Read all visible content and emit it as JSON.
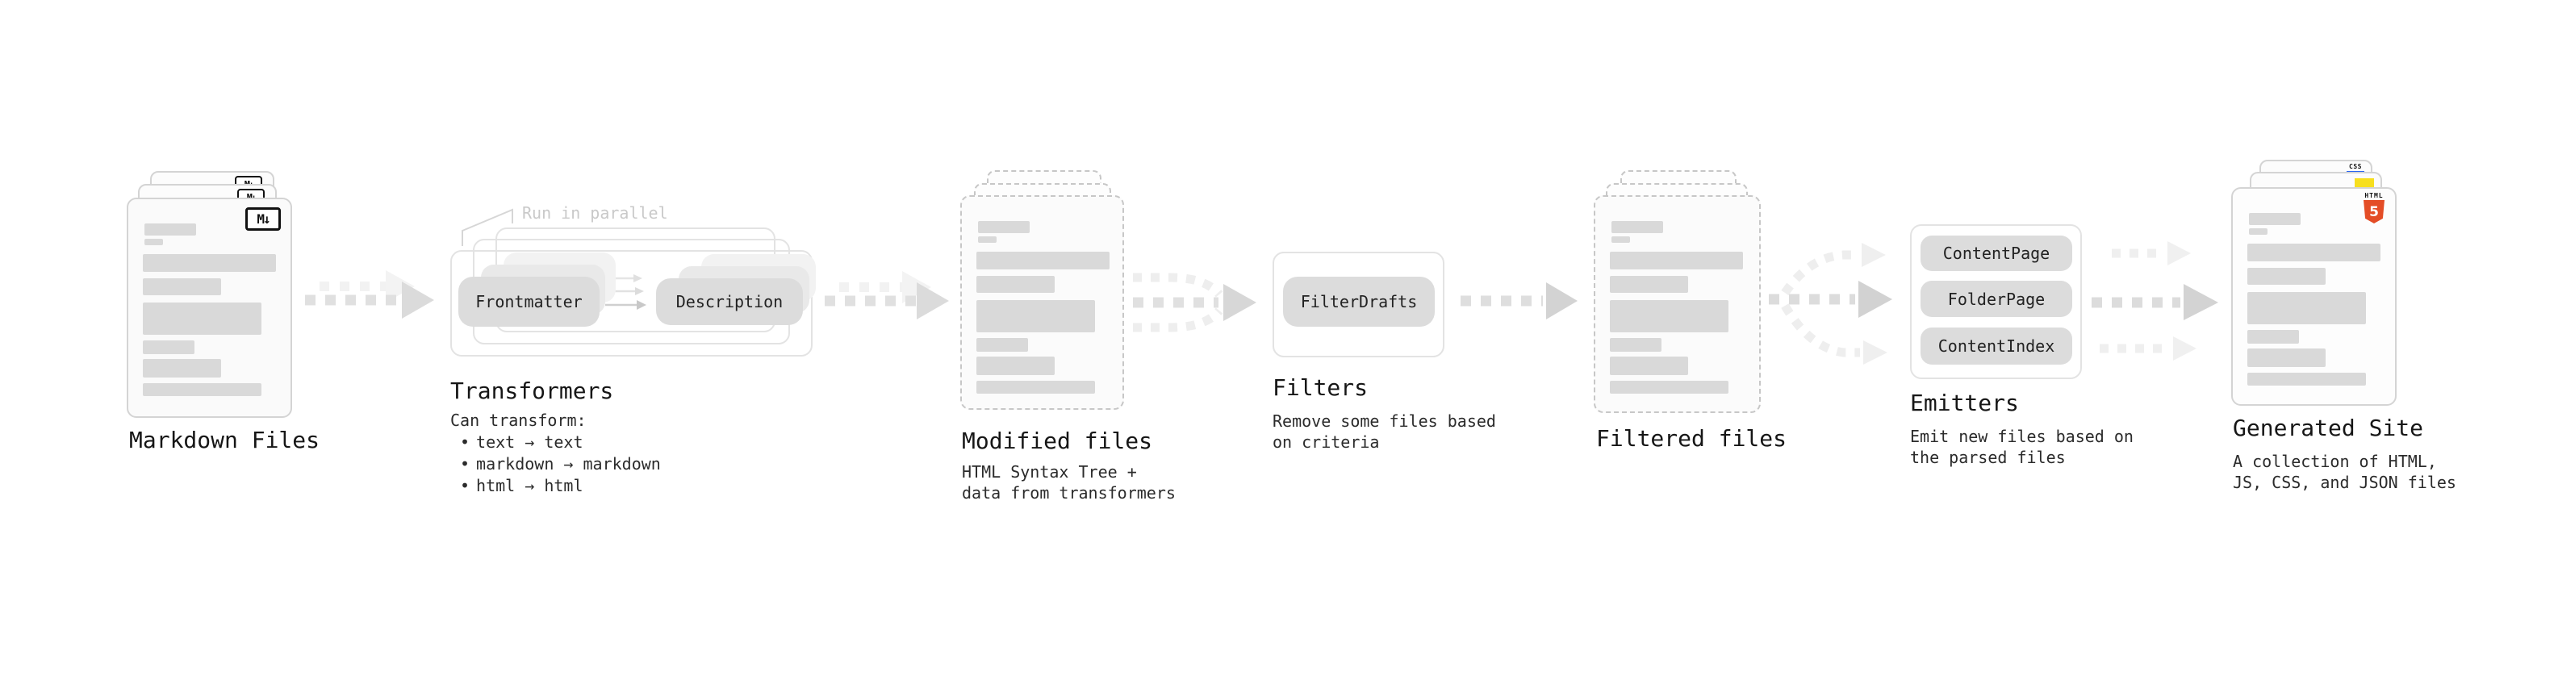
{
  "diagram": {
    "markdown": {
      "title": "Markdown Files",
      "icon": "M↓"
    },
    "transformers": {
      "title": "Transformers",
      "note": "Run in parallel",
      "pill_a": "Frontmatter",
      "pill_b": "Description",
      "desc_title": "Can transform:",
      "bullet": "•",
      "items": [
        "text → text",
        "markdown → markdown",
        "html → html"
      ]
    },
    "modified": {
      "title": "Modified files",
      "desc": [
        "HTML Syntax Tree +",
        "data from transformers"
      ]
    },
    "filters": {
      "title": "Filters",
      "pill": "FilterDrafts",
      "desc": [
        "Remove some files based",
        "on criteria"
      ]
    },
    "filtered": {
      "title": "Filtered files"
    },
    "emitters": {
      "title": "Emitters",
      "pills": [
        "ContentPage",
        "FolderPage",
        "ContentIndex"
      ],
      "desc": [
        "Emit new files based on",
        "the parsed files"
      ]
    },
    "generated": {
      "title": "Generated Site",
      "desc": [
        "A collection of HTML,",
        "JS, CSS, and JSON files"
      ],
      "badge_css": "CSS",
      "badge_html_word": "HTML",
      "badge_html_num": "5"
    }
  },
  "colors": {
    "html5_orange": "#e44d26",
    "js_yellow": "#f7df1e",
    "css_blue": "#2965f1",
    "arrow_gray": "#dcdcdc",
    "arrow_ghost": "#f0f0f0",
    "pill_gray": "#dcdcdc",
    "bar_gray": "#d9d9d9"
  }
}
